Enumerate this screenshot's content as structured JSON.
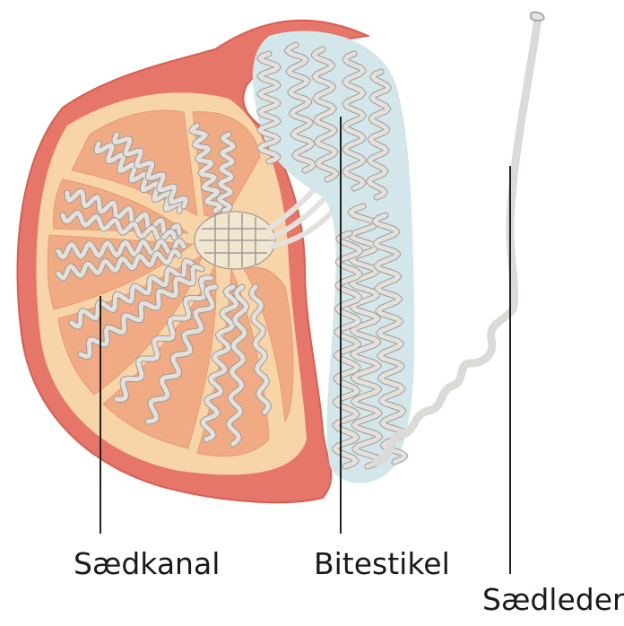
{
  "labels": {
    "seminiferous_tubule": "Sædkanal",
    "epididymis": "Bitestikel",
    "vas_deferens": "Sædleder"
  },
  "colors": {
    "capsule": "#e7766a",
    "capsule_dark": "#d85e52",
    "tunica_inner": "#f7d5a8",
    "lobule": "#f1ab84",
    "tubule": "#e4e1dc",
    "tubule_outline": "#9c9a96",
    "epididymis_fill": "#d3e6ea",
    "vas": "#dcdad6",
    "leader_line": "#222222"
  }
}
